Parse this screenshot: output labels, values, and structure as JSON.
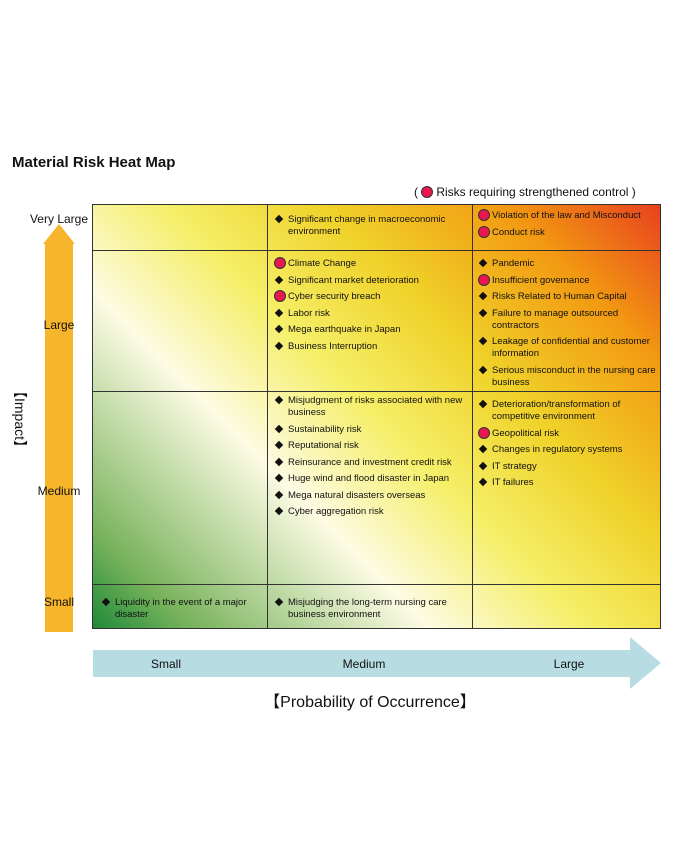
{
  "title": "Material Risk Heat Map",
  "legend": {
    "open": "(",
    "text": "Risks requiring strengthened control",
    "close": ")",
    "marker": "red-circle"
  },
  "y_axis": {
    "label": "【Impact】",
    "levels": [
      "Very Large",
      "Large",
      "Medium",
      "Small"
    ]
  },
  "x_axis": {
    "label": "【Probability of Occurrence】",
    "levels": [
      "Small",
      "Medium",
      "Large"
    ]
  },
  "colors": {
    "strengthened_marker": "#e6184f",
    "impact_arrow": "#f7b52c",
    "probability_arrow": "#b7dde2",
    "heat_low": "#1f8a38",
    "heat_mid": "#f5ef68",
    "heat_high": "#e8411e"
  },
  "cells": {
    "very_large_medium": [
      {
        "text": "Significant change in macroeconomic environment",
        "marker": "diamond"
      }
    ],
    "very_large_large": [
      {
        "text": "Violation of the law and Misconduct",
        "marker": "circle"
      },
      {
        "text": "Conduct risk",
        "marker": "circle"
      }
    ],
    "large_medium": [
      {
        "text": "Climate Change",
        "marker": "circle"
      },
      {
        "text": "Significant market deterioration",
        "marker": "diamond"
      },
      {
        "text": "Cyber security breach",
        "marker": "circle"
      },
      {
        "text": "Labor risk",
        "marker": "diamond"
      },
      {
        "text": "Mega earthquake in Japan",
        "marker": "diamond"
      },
      {
        "text": "Business Interruption",
        "marker": "diamond"
      }
    ],
    "large_large": [
      {
        "text": "Pandemic",
        "marker": "diamond"
      },
      {
        "text": "Insufficient governance",
        "marker": "circle"
      },
      {
        "text": "Risks Related to Human Capital",
        "marker": "diamond"
      },
      {
        "text": "Failure to manage outsourced contractors",
        "marker": "diamond"
      },
      {
        "text": "Leakage of confidential and customer information",
        "marker": "diamond"
      },
      {
        "text": "Serious misconduct in the nursing care business",
        "marker": "diamond"
      }
    ],
    "medium_medium": [
      {
        "text": "Misjudgment of risks associated with new business",
        "marker": "diamond"
      },
      {
        "text": "Sustainability risk",
        "marker": "diamond"
      },
      {
        "text": "Reputational risk",
        "marker": "diamond"
      },
      {
        "text": "Reinsurance and investment credit risk",
        "marker": "diamond"
      },
      {
        "text": "Huge wind and flood disaster in Japan",
        "marker": "diamond"
      },
      {
        "text": "Mega natural disasters overseas",
        "marker": "diamond"
      },
      {
        "text": "Cyber aggregation risk",
        "marker": "diamond"
      }
    ],
    "medium_large": [
      {
        "text": "Deterioration/transformation of competitive environment",
        "marker": "diamond"
      },
      {
        "text": "Geopolitical risk",
        "marker": "circle"
      },
      {
        "text": "Changes in regulatory systems",
        "marker": "diamond"
      },
      {
        "text": "IT strategy",
        "marker": "diamond"
      },
      {
        "text": "IT failures",
        "marker": "diamond"
      }
    ],
    "small_small": [
      {
        "text": "Liquidity in the event of a major disaster",
        "marker": "diamond"
      }
    ],
    "small_medium": [
      {
        "text": "Misjudging the long-term nursing care business environment",
        "marker": "diamond"
      }
    ]
  }
}
